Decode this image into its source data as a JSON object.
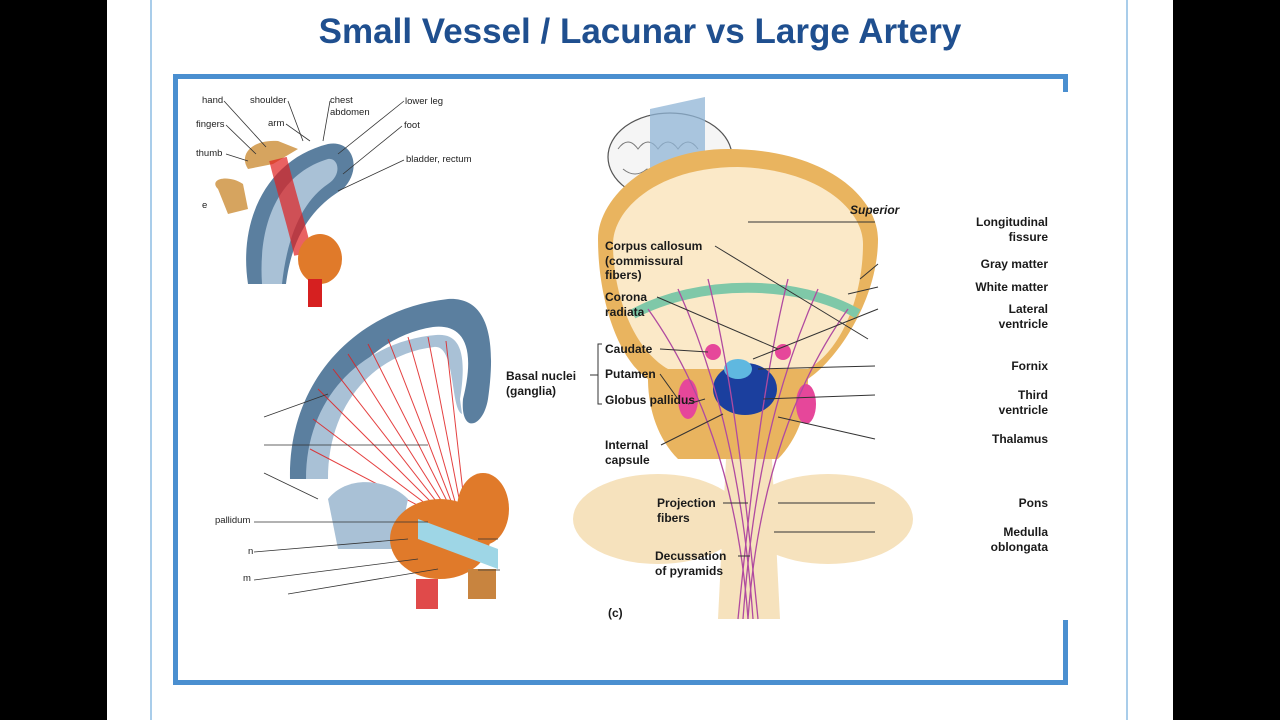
{
  "slide": {
    "title": "Small Vessel / Lacunar vs Large Artery"
  },
  "colors": {
    "title": "#1f4f8f",
    "frame": "#4a8fd0",
    "gray_matter": "#e9b45f",
    "white_matter": "#fbe9c8",
    "fibers": "#b04aa0",
    "ventricle": "#1b3f9e",
    "basal_nuclei": "#e6479a"
  },
  "homunculus": {
    "labels": [
      "hand",
      "shoulder",
      "chest",
      "abdomen",
      "lower leg",
      "fingers",
      "arm",
      "foot",
      "thumb",
      "bladder, rectum",
      "e"
    ],
    "lower_labels": [
      "pallidum",
      "n",
      "m"
    ]
  },
  "coronal": {
    "superior": "Superior",
    "panel_letter": "(c)",
    "left_labels": {
      "corpus_callosum_1": "Corpus callosum",
      "corpus_callosum_2": "(commissural",
      "corpus_callosum_3": "fibers)",
      "corona_1": "Corona",
      "corona_2": "radiata",
      "basal_1": "Basal nuclei",
      "basal_2": "(ganglia)",
      "caudate": "Caudate",
      "putamen": "Putamen",
      "globus": "Globus pallidus",
      "internal_1": "Internal",
      "internal_2": "capsule",
      "projection_1": "Projection",
      "projection_2": "fibers",
      "decussation_1": "Decussation",
      "decussation_2": "of pyramids"
    },
    "right_labels": {
      "longitudinal_1": "Longitudinal",
      "longitudinal_2": "fissure",
      "gray": "Gray matter",
      "white": "White matter",
      "lateral_1": "Lateral",
      "lateral_2": "ventricle",
      "fornix": "Fornix",
      "third_1": "Third",
      "third_2": "ventricle",
      "thalamus": "Thalamus",
      "pons": "Pons",
      "medulla_1": "Medulla",
      "medulla_2": "oblongata"
    }
  }
}
